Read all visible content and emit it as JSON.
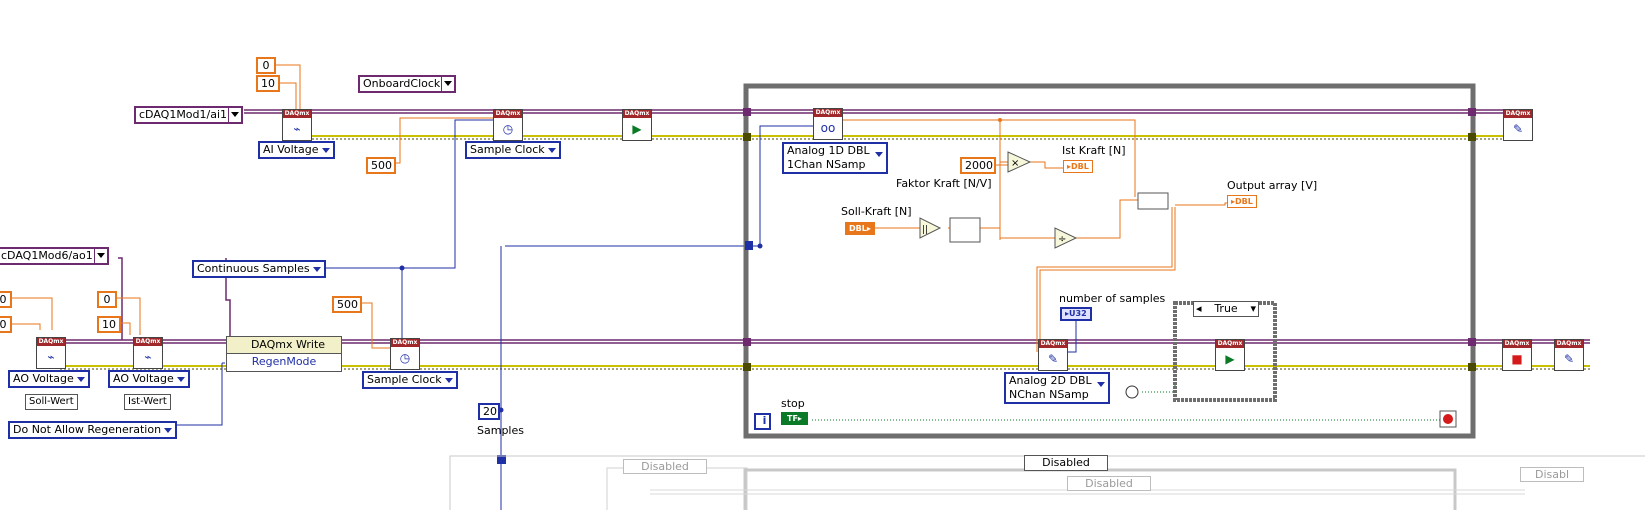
{
  "constants": {
    "min_ai": "0",
    "max_ai": "10",
    "rate_ai": "500",
    "rate_ao": "500",
    "min_ao": "0",
    "max_ao": "10",
    "left_const_a": "0",
    "left_const_b": "0",
    "samples_value": "20",
    "faktor": "2000"
  },
  "channels": {
    "ai": "cDAQ1Mod1/ai1",
    "ao": "cDAQ1Mod6/ao1",
    "clock_source": "OnboardClock"
  },
  "rings": {
    "ai_voltage": "AI Voltage",
    "sample_clock_top": "Sample Clock",
    "continuous": "Continuous Samples",
    "ao_voltage_1": "AO Voltage",
    "ao_voltage_2": "AO Voltage",
    "sample_clock_bottom": "Sample Clock",
    "regen": "Do Not Allow Regeneration",
    "read_type": "Analog 1D DBL\n1Chan NSamp",
    "write_type": "Analog 2D DBL\nNChan NSamp"
  },
  "labels": {
    "soll_wert": "Soll-Wert",
    "ist_wert": "Ist-Wert",
    "samples": "Samples",
    "soll_kraft": "Soll-Kraft [N]",
    "ist_kraft": "Ist Kraft [N]",
    "faktor_kraft": "Faktor Kraft [N/V]",
    "output_array": "Output array [V]",
    "number_of_samples": "number of samples",
    "stop": "stop"
  },
  "property_node": {
    "title": "DAQmx Write",
    "property": "RegenMode"
  },
  "terminals": {
    "dbl": "DBL",
    "u32": "U32",
    "tf": "TF",
    "daqmx": "DAQmx"
  },
  "case_structures": {
    "true_case": "True",
    "disabled_main": "Disabled",
    "disabled_left": "Disabled",
    "disabled_inner": "Disabled",
    "disabled_right": "Disabl"
  },
  "loop_index": "i",
  "colors": {
    "task_wire": "#6e2a6e",
    "error_wire": "#c8c000",
    "dbl": "#e8761a",
    "int": "#1f2fa6",
    "bool": "#0a7a26",
    "daq_header": "#a0282a"
  }
}
